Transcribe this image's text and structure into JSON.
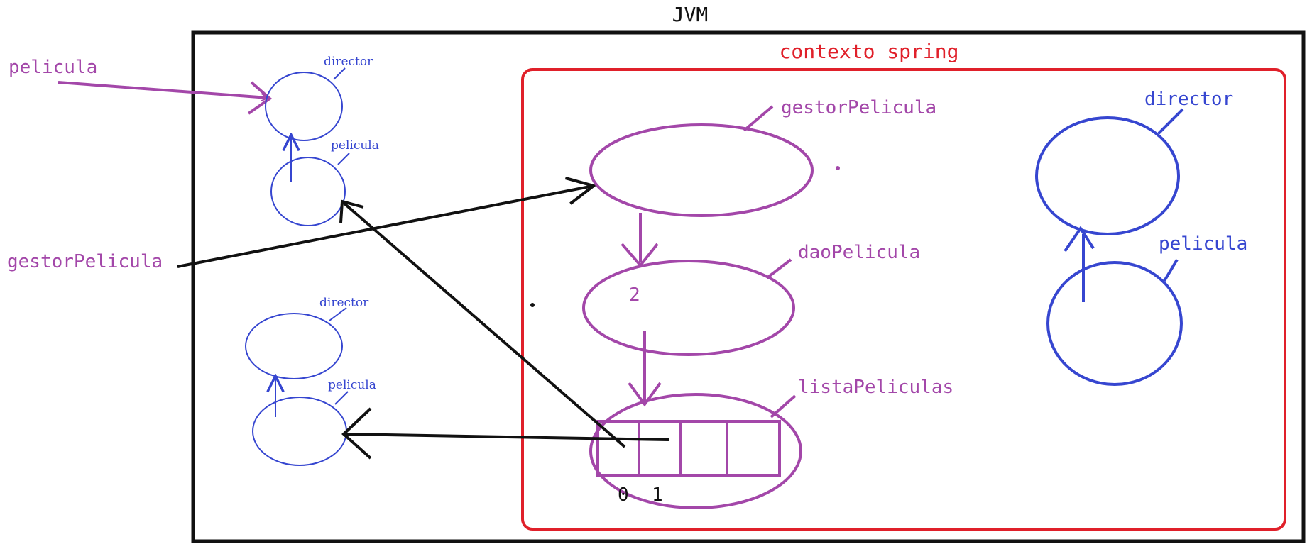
{
  "diagram": {
    "jvm_label": "JVM",
    "spring_label": "contexto spring",
    "outside": {
      "pelicula_ref": "pelicula",
      "gestor_ref": "gestorPelicula"
    },
    "left_objects": {
      "group1": {
        "director": "director",
        "pelicula": "pelicula"
      },
      "group2": {
        "director": "director",
        "pelicula": "pelicula"
      }
    },
    "beans": {
      "gestor": "gestorPelicula",
      "dao": "daoPelicula",
      "dao_note": "2",
      "lista": "listaPeliculas",
      "index0": "0",
      "index1": "1",
      "director": "director",
      "pelicula": "pelicula"
    },
    "colors": {
      "frame": "#111111",
      "spring": "#e0202a",
      "purple": "#a347a9",
      "blue": "#3646d0",
      "arrow": "#111111"
    }
  }
}
